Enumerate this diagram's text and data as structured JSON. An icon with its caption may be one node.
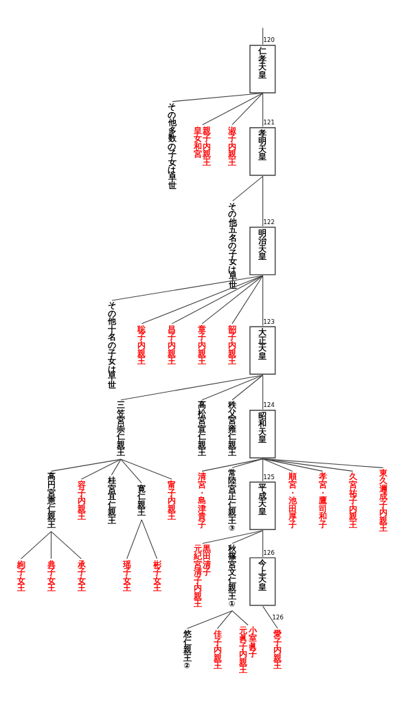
{
  "diagram": {
    "nodes": [
      {
        "text": [
          "仁孝天皇"
        ],
        "beside": [
          "120"
        ]
      },
      {
        "text": [
          "孝明天皇"
        ],
        "beside": [
          "121"
        ]
      },
      {
        "text": [
          "淑子内親王"
        ]
      },
      {
        "text": [
          "皇女和宮",
          "親子内親王"
        ]
      },
      {
        "text": [
          "その他多数の子女は早世"
        ]
      },
      {
        "text": [
          "明治天皇"
        ],
        "beside": [
          "122"
        ]
      },
      {
        "text": [
          "その他五名の子女は早世"
        ]
      },
      {
        "text": [
          "大正天皇"
        ],
        "beside": [
          "123"
        ]
      },
      {
        "text": [
          "韶子内親王"
        ]
      },
      {
        "text": [
          "章子内親王"
        ]
      },
      {
        "text": [
          "昌子内親王"
        ]
      },
      {
        "text": [
          "聡子内親王"
        ]
      },
      {
        "text": [
          "その他十名の子女は早世"
        ]
      },
      {
        "text": [
          "昭和天皇"
        ],
        "beside": [
          "124"
        ]
      },
      {
        "text": [
          "秩父宮雍仁親王"
        ]
      },
      {
        "text": [
          "高松宮宣仁親王"
        ]
      },
      {
        "text": [
          "三笠宮崇仁親王"
        ]
      },
      {
        "text": [
          "東久邇成子内親王"
        ]
      },
      {
        "text": [
          "久宮祐子内親王"
        ]
      },
      {
        "text": [
          "孝宮・鷹司和子"
        ]
      },
      {
        "text": [
          "順宮・池田厚子"
        ]
      },
      {
        "text": [
          "平成天皇"
        ],
        "beside": [
          "125"
        ]
      },
      {
        "text": [
          "常陸宮正仁親王③"
        ]
      },
      {
        "text": [
          "清宮・島津貴子"
        ]
      },
      {
        "text": [
          "甯子内親王"
        ]
      },
      {
        "text": [
          "寛仁親王"
        ]
      },
      {
        "text": [
          "桂宮宜仁親王"
        ]
      },
      {
        "text": [
          "容子内親王"
        ]
      },
      {
        "text": [
          "高円宮憲仁親王"
        ]
      },
      {
        "text": [
          "今上天皇"
        ],
        "beside": [
          "126"
        ]
      },
      {
        "text": [
          "秋篠宮文仁親王①"
        ]
      },
      {
        "text": [
          "元紀宮清子内親王",
          "黒田清子"
        ]
      },
      {
        "text": [
          "彬子女王"
        ]
      },
      {
        "text": [
          "瑶子女王"
        ]
      },
      {
        "text": [
          "承子女王"
        ]
      },
      {
        "text": [
          "典子女王"
        ]
      },
      {
        "text": [
          "絢子女王"
        ]
      },
      {
        "text": [
          "愛子内親王"
        ]
      },
      {
        "text": [
          "元眞子内親王",
          "小室眞子"
        ]
      },
      {
        "text": [
          "佳子内親王"
        ]
      },
      {
        "text": [
          "悠仁親王②"
        ]
      }
    ],
    "edges": [
      {
        "from": null,
        "to": 0,
        "arrow": "none"
      },
      {
        "from": 0,
        "to": 4,
        "arrow": "none"
      },
      {
        "from": 0,
        "to": 3,
        "arrow": "none"
      },
      {
        "from": 0,
        "to": 2,
        "arrow": "none"
      },
      {
        "from": 0,
        "to": 1,
        "arrow": "none"
      },
      {
        "from": 1,
        "to": 6,
        "arrow": "none"
      },
      {
        "from": 1,
        "to": 5,
        "arrow": "none"
      },
      {
        "from": 5,
        "to": 12,
        "arrow": "none"
      },
      {
        "from": 5,
        "to": 11,
        "arrow": "none"
      },
      {
        "from": 5,
        "to": 10,
        "arrow": "none"
      },
      {
        "from": 5,
        "to": 9,
        "arrow": "none"
      },
      {
        "from": 5,
        "to": 8,
        "arrow": "none"
      },
      {
        "from": 5,
        "to": 7,
        "arrow": "none"
      },
      {
        "from": 7,
        "to": 16,
        "arrow": "none"
      },
      {
        "from": 7,
        "to": 15,
        "arrow": "none"
      },
      {
        "from": 7,
        "to": 14,
        "arrow": "none"
      },
      {
        "from": 7,
        "to": 13,
        "arrow": "none"
      },
      {
        "from": 16,
        "to": 28,
        "arrow": "none"
      },
      {
        "from": 16,
        "to": 27,
        "arrow": "none"
      },
      {
        "from": 16,
        "to": 26,
        "arrow": "none"
      },
      {
        "from": 16,
        "to": 25,
        "arrow": "none"
      },
      {
        "from": 16,
        "to": 24,
        "arrow": "none"
      },
      {
        "from": 13,
        "to": 23,
        "arrow": "none"
      },
      {
        "from": 13,
        "to": 22,
        "arrow": "none"
      },
      {
        "from": 13,
        "to": 21,
        "arrow": "none"
      },
      {
        "from": 13,
        "to": 20,
        "arrow": "none"
      },
      {
        "from": 13,
        "to": 19,
        "arrow": "none"
      },
      {
        "from": 13,
        "to": 18,
        "arrow": "none"
      },
      {
        "from": 13,
        "to": 17,
        "arrow": "none"
      },
      {
        "from": 28,
        "to": 36,
        "arrow": "none"
      },
      {
        "from": 28,
        "to": 35,
        "arrow": "none"
      },
      {
        "from": 28,
        "to": 34,
        "arrow": "none"
      },
      {
        "from": 25,
        "to": 33,
        "arrow": "none"
      },
      {
        "from": 25,
        "to": 32,
        "arrow": "none"
      },
      {
        "from": 21,
        "to": 31,
        "arrow": "none"
      },
      {
        "from": 21,
        "to": 30,
        "arrow": "none"
      },
      {
        "from": 21,
        "to": 29,
        "arrow": "none"
      },
      {
        "from": 29,
        "to": 37,
        "arrow": "none",
        "label": "126"
      },
      {
        "from": 30,
        "to": 40,
        "arrow": "none"
      },
      {
        "from": 30,
        "to": 39,
        "arrow": "none"
      },
      {
        "from": 30,
        "to": 38,
        "arrow": "none"
      }
    ]
  }
}
